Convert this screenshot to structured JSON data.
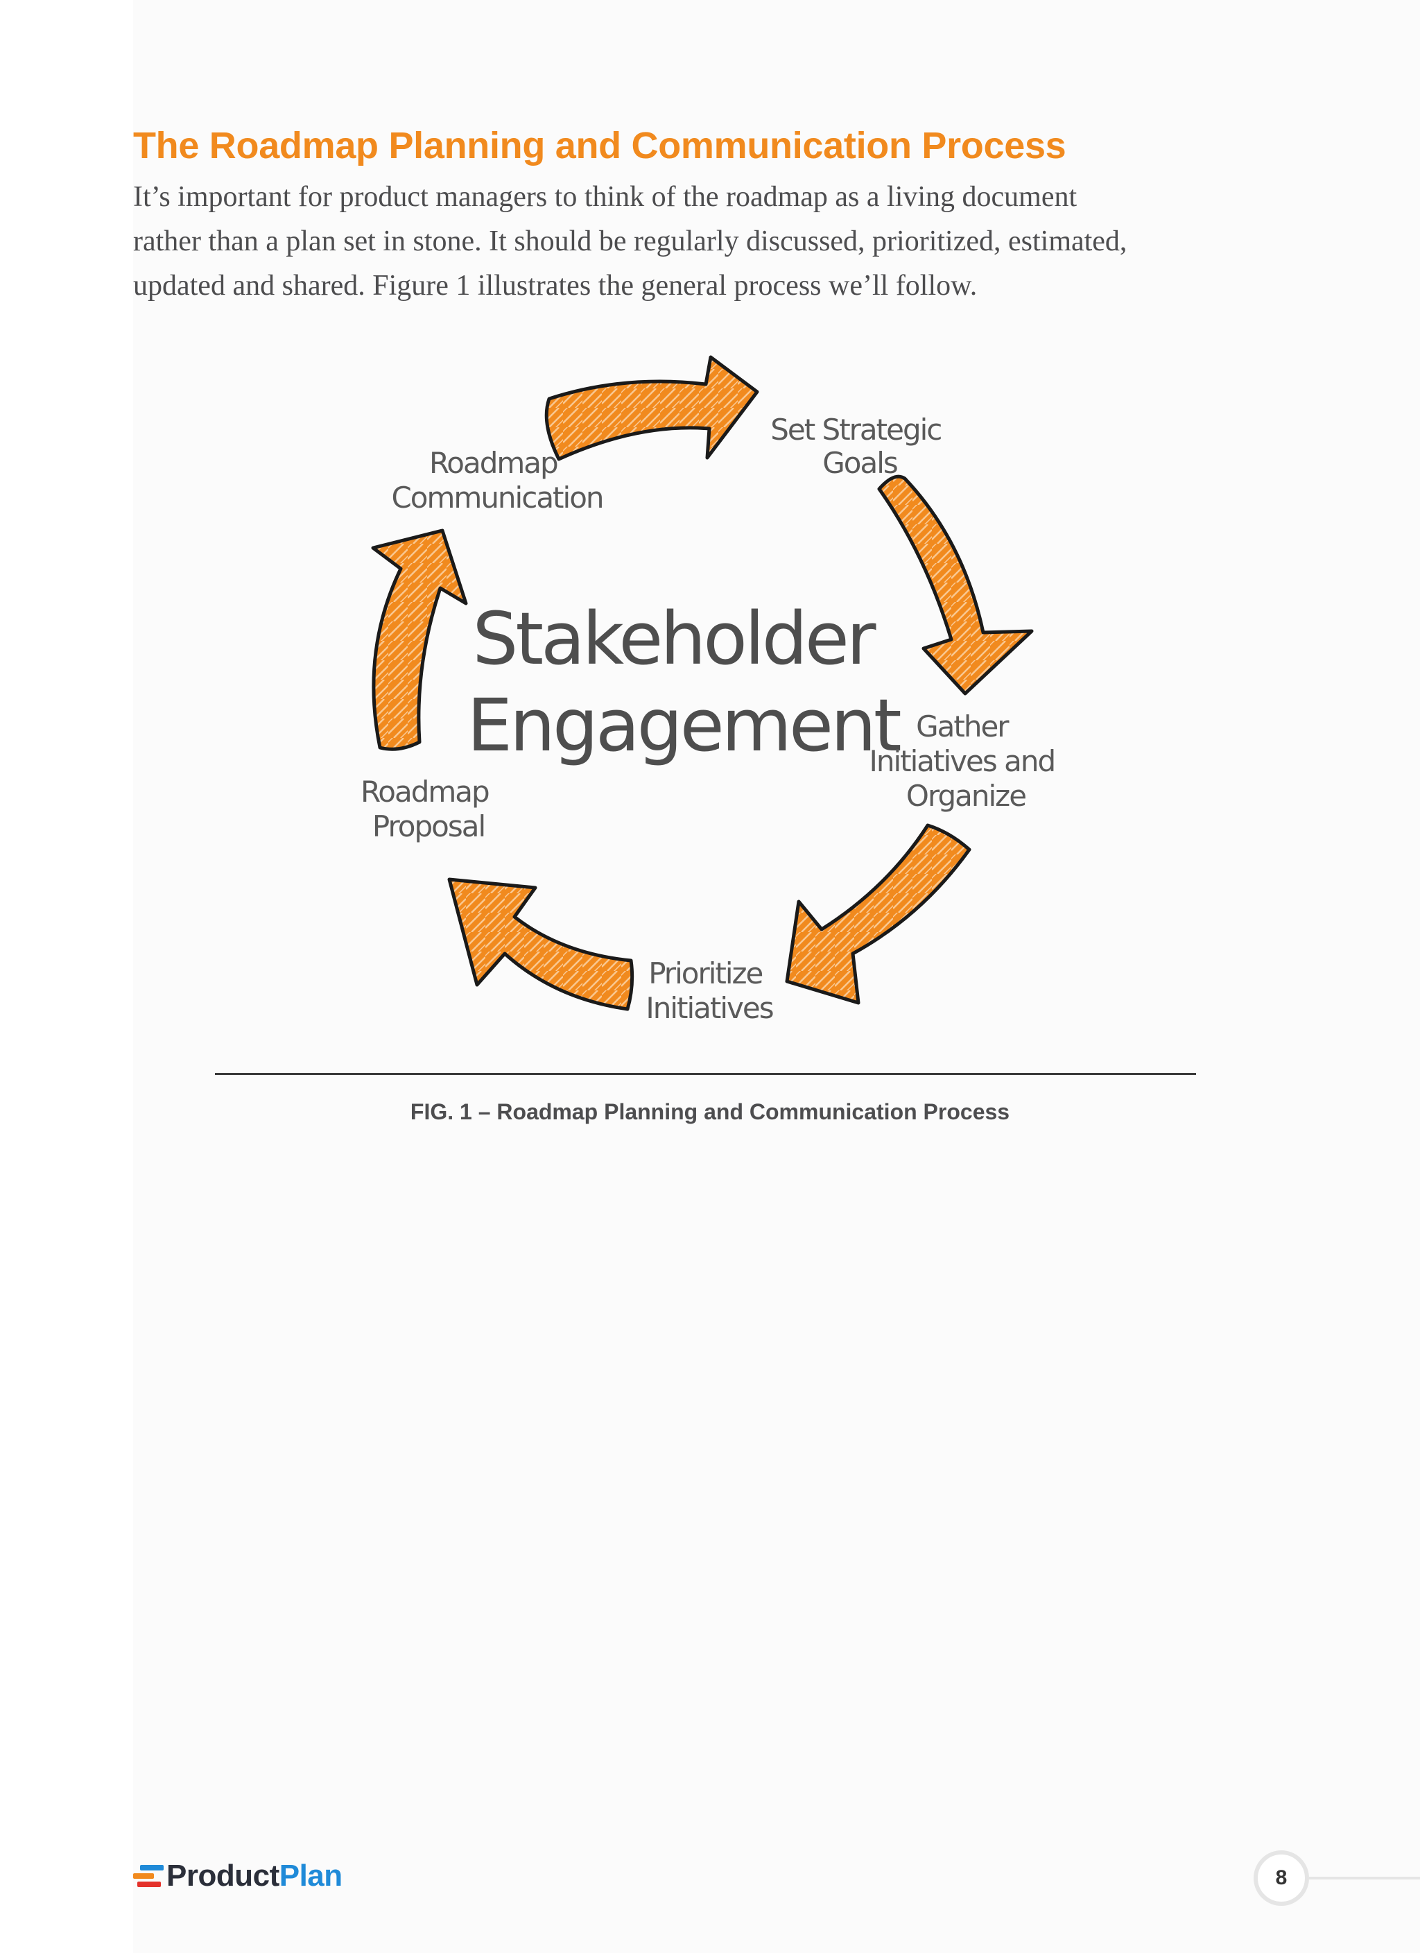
{
  "heading": "The Roadmap Planning and Communication Process",
  "intro_lines": [
    "It’s important for product managers to think of the roadmap as a living document",
    "rather than a plan set in stone. It should be regularly discussed, prioritized, estimated,",
    "updated and shared. Figure 1 illustrates the general process we’ll follow."
  ],
  "diagram": {
    "center": [
      "Stakeholder",
      "Engagement"
    ],
    "steps": [
      {
        "lines": [
          "Set Strategic",
          "Goals"
        ]
      },
      {
        "lines": [
          "Gather",
          "Initiatives and",
          "Organize"
        ]
      },
      {
        "lines": [
          "Prioritize",
          "Initiatives"
        ]
      },
      {
        "lines": [
          "Roadmap",
          "Proposal"
        ]
      },
      {
        "lines": [
          "Roadmap",
          "Communication"
        ]
      }
    ],
    "arrow_color": "#f18a1e",
    "outline_color": "#1a1a1a"
  },
  "caption": "FIG. 1 – Roadmap Planning and Communication Process",
  "footer": {
    "logo_part1": "Product",
    "logo_part2": "Plan",
    "page_number": "8"
  }
}
